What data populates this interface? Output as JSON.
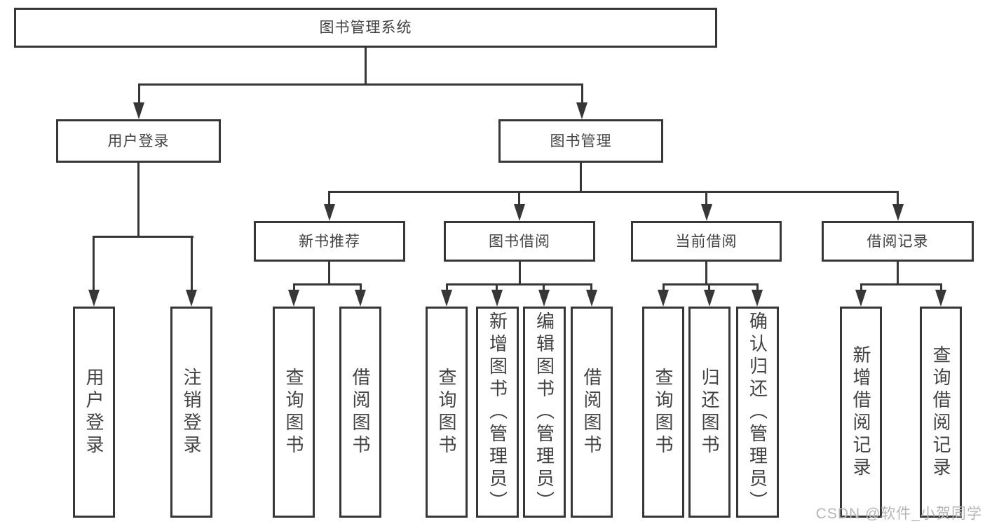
{
  "root": {
    "label": "图书管理系统"
  },
  "branches": {
    "user_login": {
      "label": "用户登录",
      "children": [
        "用户登录",
        "注销登录"
      ]
    },
    "book_mgmt": {
      "label": "图书管理"
    }
  },
  "modules": {
    "new_book": {
      "label": "新书推荐",
      "children": [
        "查询图书",
        "借阅图书"
      ]
    },
    "borrow": {
      "label": "图书借阅",
      "children": [
        "查询图书",
        "新增图书（管理员）",
        "编辑图书（管理员）",
        "借阅图书"
      ]
    },
    "current": {
      "label": "当前借阅",
      "children": [
        "查询图书",
        "归还图书",
        "确认归还（管理员）"
      ]
    },
    "records": {
      "label": "借阅记录",
      "children": [
        "新增借阅记录",
        "查询借阅记录"
      ]
    }
  },
  "watermark": {
    "text": "CSDN @软件_小贺同学"
  },
  "colors": {
    "line": "#373737",
    "text": "#424242",
    "watermark": "#b5b5b5",
    "background": "#ffffff"
  }
}
